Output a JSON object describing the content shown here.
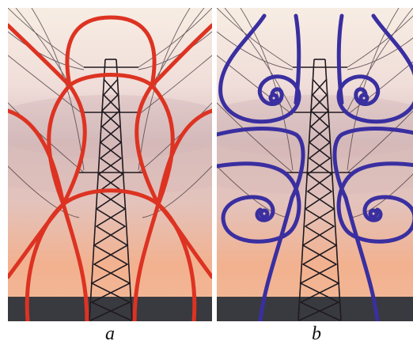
{
  "panels": [
    {
      "id": "a",
      "caption": "a",
      "overlay_color": "#dd3322",
      "overlay_description_icon": "figure-eight-lines"
    },
    {
      "id": "b",
      "caption": "b",
      "overlay_color": "#3a2fa0",
      "overlay_description_icon": "spiral-lines"
    }
  ],
  "colors": {
    "sky_top": "#f7ede3",
    "sky_mid": "#e7c6c3",
    "horizon": "#f1b18f",
    "ground": "#393a3f"
  }
}
